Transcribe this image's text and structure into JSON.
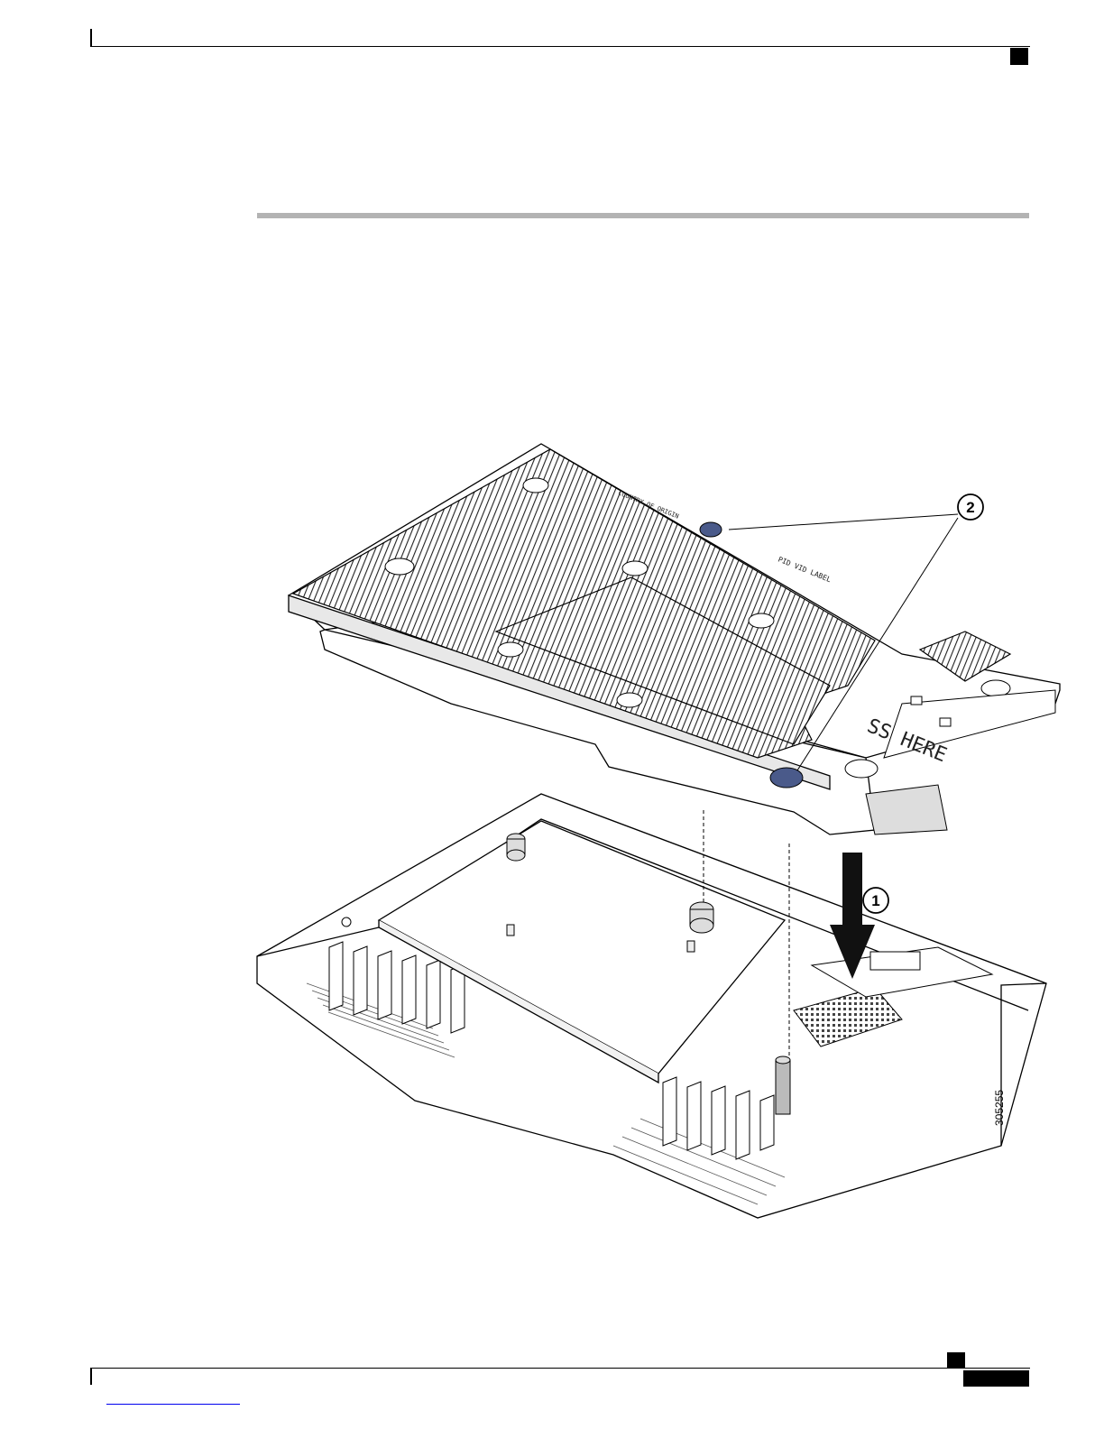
{
  "figure": {
    "callouts": [
      "1",
      "2"
    ],
    "figure_id": "305255",
    "heatsink_labels": [
      "COUNTRY OF ORIGIN",
      "PID VID LABEL",
      "SS HERE"
    ]
  },
  "colors": {
    "rule": "#b3b3b3",
    "line": "#000000",
    "screw_accent": "#4a5a8a",
    "link": "#0000ee"
  }
}
